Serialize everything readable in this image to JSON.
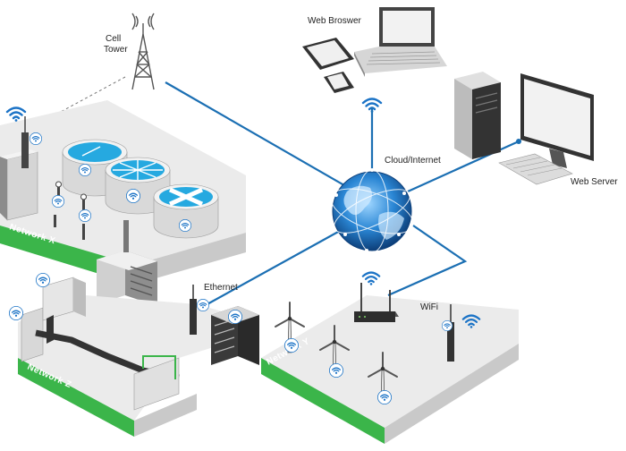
{
  "labels": {
    "cell_tower": [
      "Cell",
      "Tower"
    ],
    "web_browser": "Web Broswer",
    "cloud": "Cloud/Internet",
    "web_server": "Web Server",
    "ethernet": "Ethernet",
    "wifi": "WiFi",
    "network_x": "Network X",
    "network_y": "Network Y",
    "network_z": "Network Z"
  },
  "colors": {
    "link": "#1b6fb3",
    "wifi": "#1b73c6",
    "ground_green": "#3bb54a",
    "platform_top": "#ebebeb",
    "platform_side": "#c9c9c9",
    "water": "#26a9e0"
  },
  "icons": [
    "wifi-icon",
    "globe-icon",
    "cell-tower-icon",
    "laptop-icon",
    "tablet-icon",
    "phone-icon",
    "server-icon",
    "monitor-icon",
    "keyboard-icon",
    "router-icon",
    "wind-turbine-icon",
    "water-tank-icon"
  ]
}
